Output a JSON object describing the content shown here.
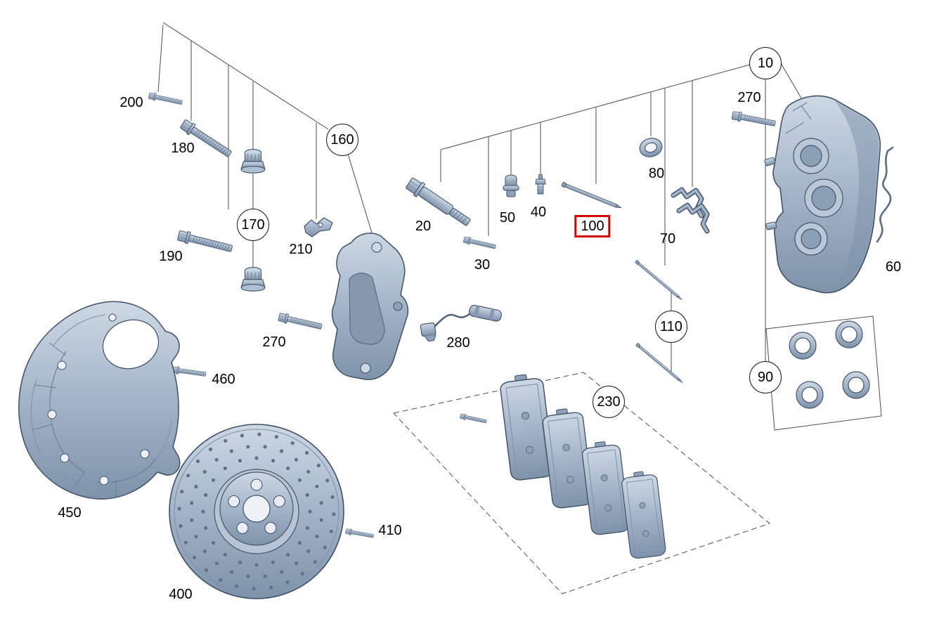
{
  "diagram": {
    "background": "#ffffff",
    "highlighted_callout": "100",
    "colors": {
      "part_fill": "#a3b4c8",
      "part_light": "#cdd8e4",
      "part_dark": "#7e92a9",
      "part_outline": "#3f5068",
      "leader_line": "#4d4d4d",
      "highlight_box": "#d40000",
      "label_text": "#000000"
    },
    "callouts": [
      {
        "text": "200",
        "style": "plain"
      },
      {
        "text": "180",
        "style": "plain"
      },
      {
        "text": "160",
        "style": "circled"
      },
      {
        "text": "190",
        "style": "plain"
      },
      {
        "text": "170",
        "style": "circled"
      },
      {
        "text": "210",
        "style": "plain"
      },
      {
        "text": "270",
        "style": "plain"
      },
      {
        "text": "20",
        "style": "plain"
      },
      {
        "text": "30",
        "style": "plain"
      },
      {
        "text": "50",
        "style": "plain"
      },
      {
        "text": "40",
        "style": "plain"
      },
      {
        "text": "100",
        "style": "highlighted"
      },
      {
        "text": "80",
        "style": "plain"
      },
      {
        "text": "70",
        "style": "plain"
      },
      {
        "text": "10",
        "style": "circled"
      },
      {
        "text": "270",
        "style": "plain"
      },
      {
        "text": "60",
        "style": "plain"
      },
      {
        "text": "110",
        "style": "circled"
      },
      {
        "text": "90",
        "style": "circled"
      },
      {
        "text": "280",
        "style": "plain"
      },
      {
        "text": "460",
        "style": "plain"
      },
      {
        "text": "450",
        "style": "plain"
      },
      {
        "text": "230",
        "style": "circled"
      },
      {
        "text": "410",
        "style": "plain"
      },
      {
        "text": "400",
        "style": "plain"
      }
    ]
  }
}
